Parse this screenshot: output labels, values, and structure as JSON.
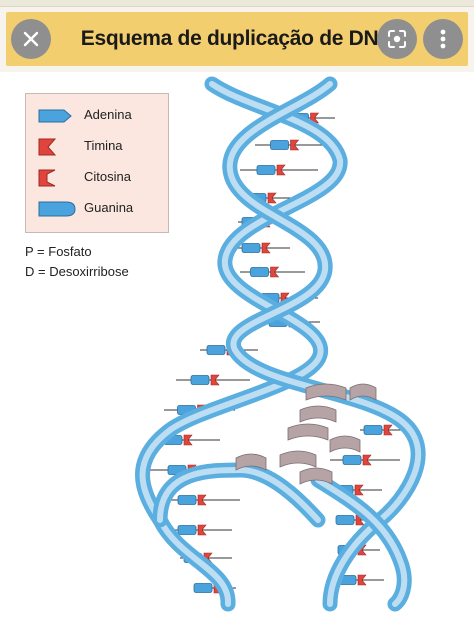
{
  "header": {
    "title": "Esquema de duplicação de DNA",
    "close_icon": "close-icon",
    "lens_icon": "lens-icon",
    "more_icon": "more-vert-icon"
  },
  "legend": {
    "items": [
      {
        "label": "Adenina",
        "icon": "adenine-shape",
        "color": "#4aa3dc"
      },
      {
        "label": "Timina",
        "icon": "thymine-shape",
        "color": "#e0443c"
      },
      {
        "label": "Citosina",
        "icon": "cytosine-shape",
        "color": "#e0443c"
      },
      {
        "label": "Guanina",
        "icon": "guanine-shape",
        "color": "#4aa3dc"
      }
    ]
  },
  "notes": {
    "phosphate": "P = Fosfato",
    "deoxyribose": "D = Desoxirribose"
  },
  "colors": {
    "title_bar": "#f2ce6e",
    "strand": "#5aaee0",
    "strand_light": "#cfe6f5",
    "nucleotide_free": "#b5a3a6"
  }
}
